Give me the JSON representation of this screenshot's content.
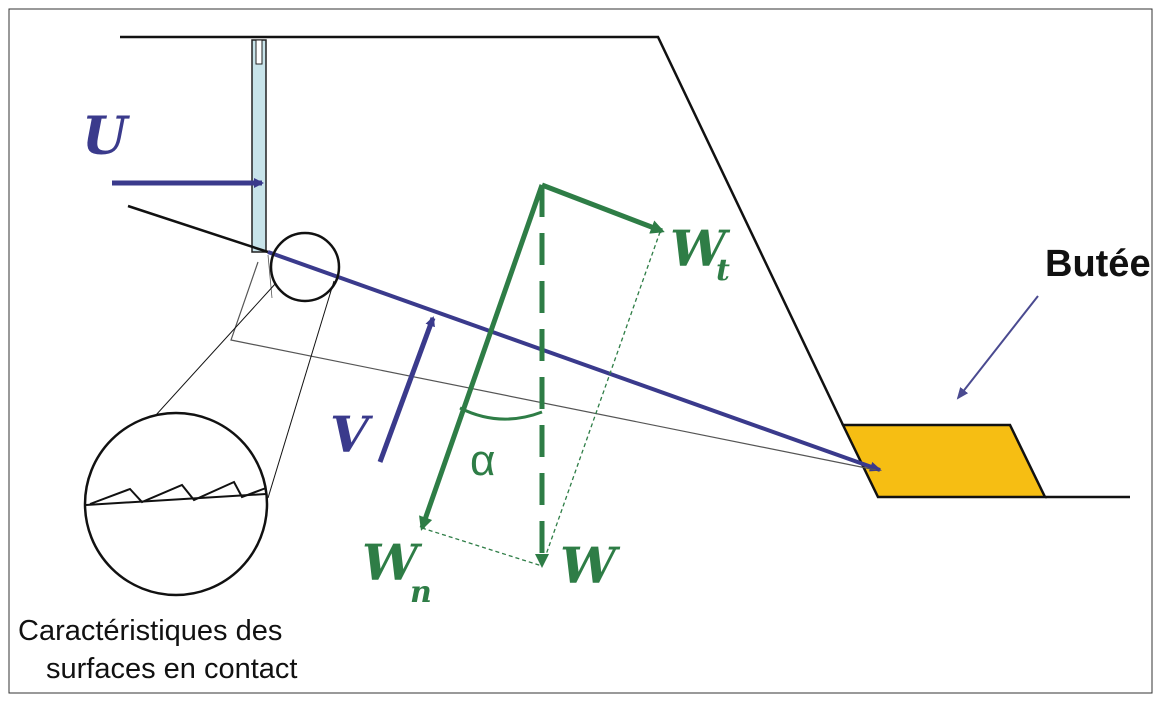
{
  "labels": {
    "U": "U",
    "V": "V",
    "Wt_main": "W",
    "Wt_sub": "t",
    "Wn_main": "W",
    "Wn_sub": "n",
    "W": "W",
    "alpha": "α",
    "butee": "Butée",
    "caption_line1": "Caractéristiques des",
    "caption_line2": "surfaces en contact"
  },
  "colors": {
    "ground": "#111111",
    "force_blue": "#3a3a8c",
    "force_green": "#2e7d46",
    "butee_fill": "#f6be13",
    "water_fill": "#c8e4ea",
    "thin_line": "#555555"
  }
}
